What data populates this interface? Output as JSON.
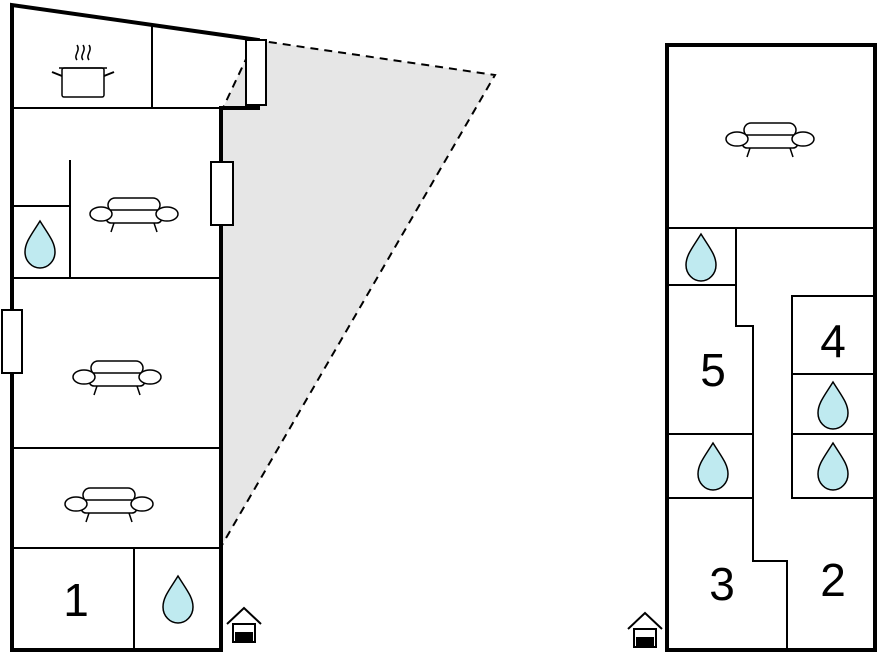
{
  "left_building": {
    "room_labels": [
      "1"
    ]
  },
  "right_building": {
    "room_labels": [
      "2",
      "3",
      "4",
      "5"
    ]
  },
  "icons": {
    "kitchen": "cooking-pot-icon",
    "living": "sofa-icon",
    "bath": "water-drop-icon",
    "entrance": "entrance-house-icon"
  },
  "colors": {
    "water": "#bfeaf0",
    "terrace": "#e6e6e6",
    "walls": "#000000"
  }
}
